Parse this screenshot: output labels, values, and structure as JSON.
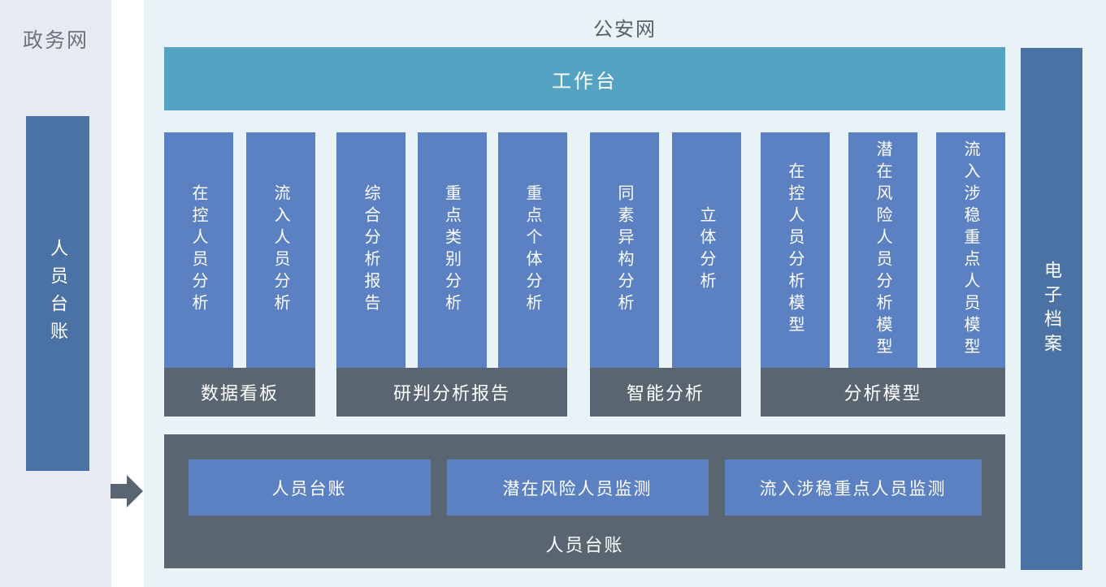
{
  "colors": {
    "left_panel_bg": "#e7eaf2",
    "main_panel_bg": "#e9f2f7",
    "side_bar_blue": "#4a72a5",
    "module_blue": "#5b81c2",
    "workbench_teal": "#54a3c3",
    "dark_slate": "#5a6572",
    "title_text": "#57616e"
  },
  "left_panel": {
    "title": "政务网",
    "bar_label": "人员台账"
  },
  "main_panel": {
    "title": "公安网",
    "workbench_label": "工作台",
    "groups": [
      {
        "footer": "数据看板",
        "columns": [
          "在控人员分析",
          "流入人员分析"
        ]
      },
      {
        "footer": "研判分析报告",
        "columns": [
          "综合分析报告",
          "重点类别分析",
          "重点个体分析"
        ]
      },
      {
        "footer": "智能分析",
        "columns": [
          "同素异构分析",
          "立体分析"
        ]
      },
      {
        "footer": "分析模型",
        "columns": [
          "在控人员分析模型",
          "潜在风险人员分析模型",
          "流入涉稳重点人员模型"
        ]
      }
    ],
    "bottom_section": {
      "label": "人员台账",
      "buttons": [
        "人员台账",
        "潜在风险人员监测",
        "流入涉稳重点人员监测"
      ]
    },
    "right_bar_label": "电子档案"
  }
}
